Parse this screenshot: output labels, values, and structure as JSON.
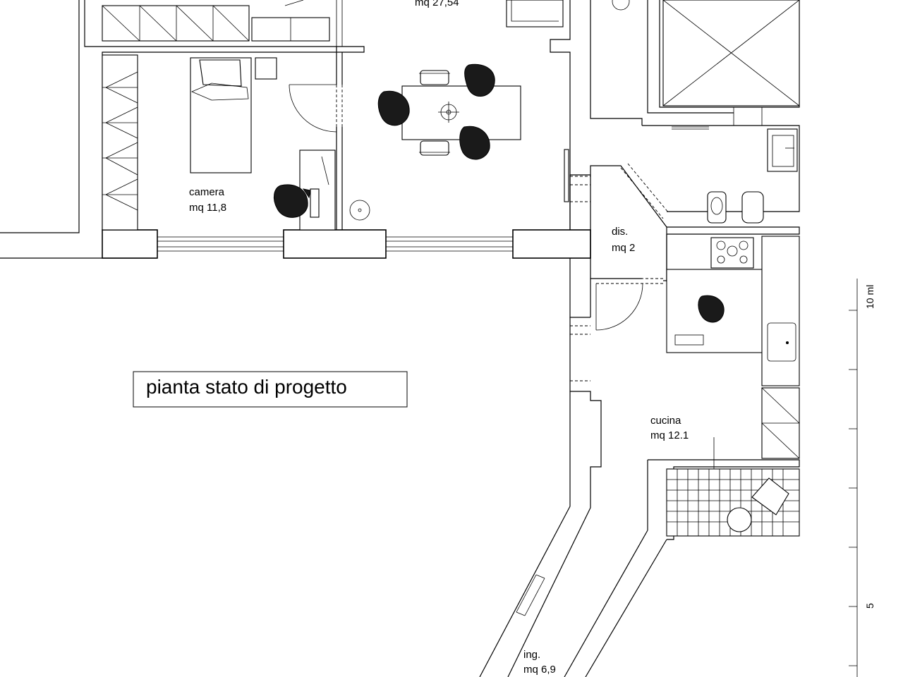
{
  "plan": {
    "title": "pianta stato di progetto",
    "rooms": [
      {
        "key": "soggiorno",
        "name": "",
        "area": "mq 27,54"
      },
      {
        "key": "camera",
        "name": "camera",
        "area": "mq 11,8"
      },
      {
        "key": "disimpegno",
        "name": "dis.",
        "area": "mq 2"
      },
      {
        "key": "cucina",
        "name": "cucina",
        "area": "mq 12.1"
      },
      {
        "key": "ingresso",
        "name": "ing.",
        "area": "mq 6,9"
      }
    ],
    "scale": {
      "labels": [
        "10 ml",
        "5"
      ]
    }
  }
}
